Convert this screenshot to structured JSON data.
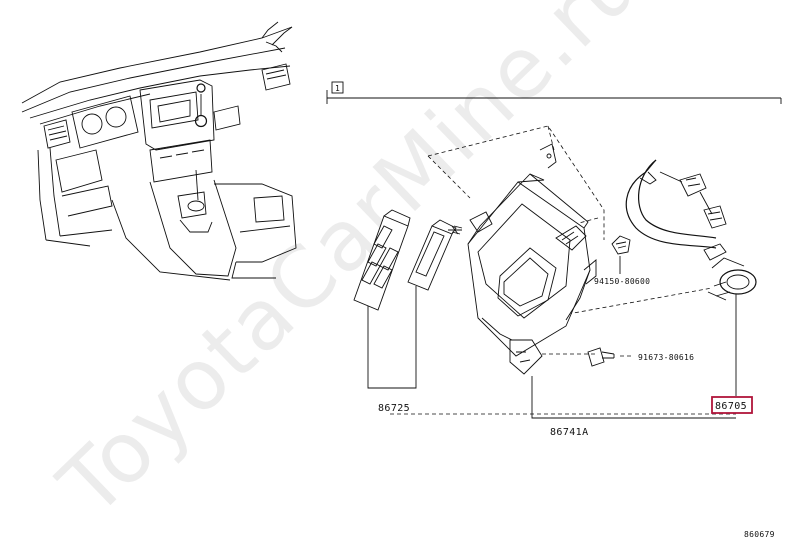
{
  "diagram": {
    "section_marker": "1",
    "parts": {
      "p86725": "86725",
      "p86741a": "86741A",
      "p86705": "86705",
      "p94150": "94150-80600",
      "p91673": "91673-80616"
    },
    "drawing_id": "860679",
    "highlight_color": "#b0143a",
    "watermark": "ToyotaCarMine.ru"
  }
}
